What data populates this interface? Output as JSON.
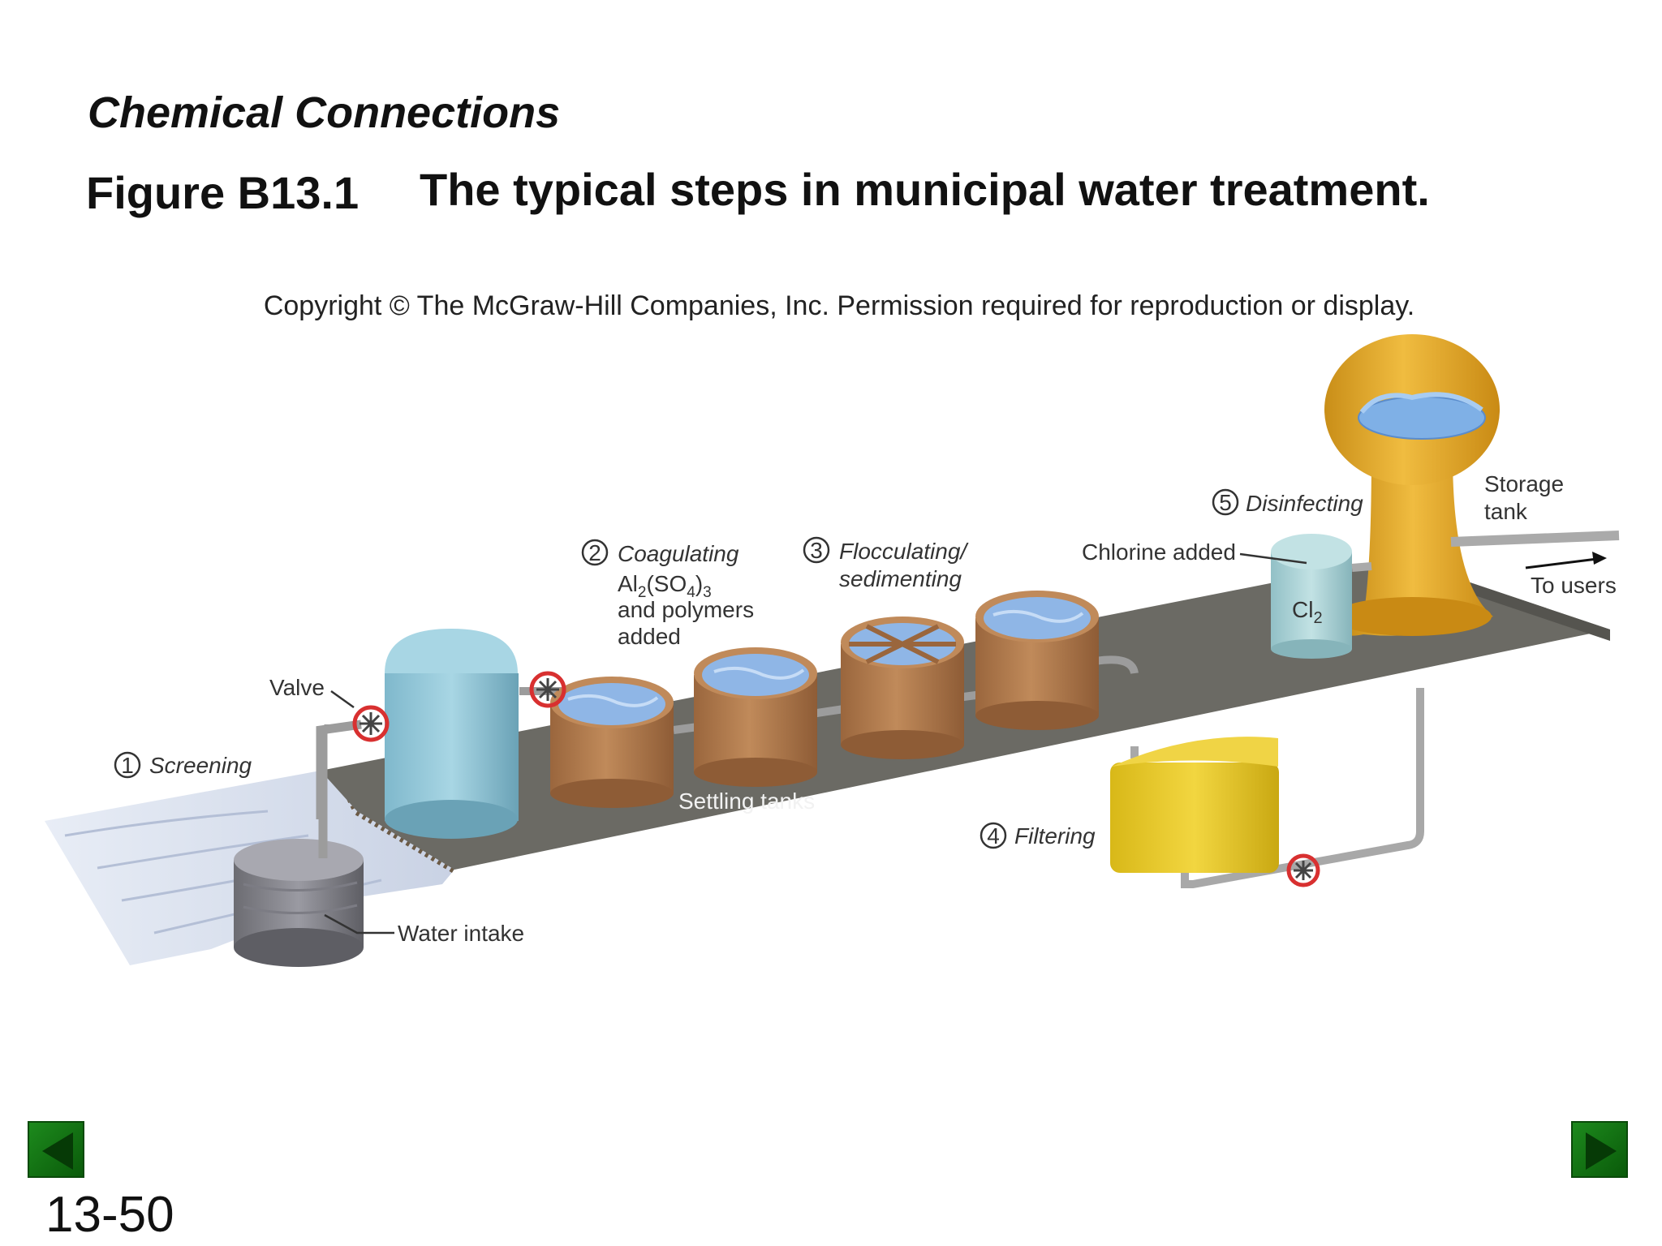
{
  "header": {
    "section_title": "Chemical Connections",
    "figure_number": "Figure B13.1",
    "figure_caption": "The typical steps in municipal water treatment."
  },
  "copyright": "Copyright © The McGraw-Hill Companies, Inc. Permission required for reproduction or display.",
  "diagram": {
    "steps": [
      {
        "number": "1",
        "label": "Screening"
      },
      {
        "number": "2",
        "label": "Coagulating"
      },
      {
        "number": "3",
        "label": "Flocculating/",
        "label_line2": "sedimenting"
      },
      {
        "number": "4",
        "label": "Filtering"
      },
      {
        "number": "5",
        "label": "Disinfecting"
      }
    ],
    "coagulant": {
      "formula_al": "Al",
      "formula_al_sub": "2",
      "formula_so4": "(SO",
      "formula_so4_sub": "4",
      "formula_close": ")",
      "formula_close_sub": "3",
      "line2": "and polymers",
      "line3": "added"
    },
    "labels": {
      "valve": "Valve",
      "water_intake": "Water intake",
      "settling_tanks": "Settling tanks",
      "chlorine_added": "Chlorine added",
      "cl2": "Cl",
      "cl2_sub": "2",
      "storage_line1": "Storage",
      "storage_line2": "tank",
      "to_users": "To users"
    },
    "colors": {
      "platform": "#6b6a64",
      "settling_tank": "#b07a4e",
      "water": "#8fb6e6",
      "intake_tank": "#8fc6d8",
      "filter": "#e6c628",
      "storage_tank": "#e2a92b",
      "chlorine_tank": "#a9d2d6",
      "valve": "#d83030"
    }
  },
  "navigation": {
    "slide_number": "13-50"
  }
}
